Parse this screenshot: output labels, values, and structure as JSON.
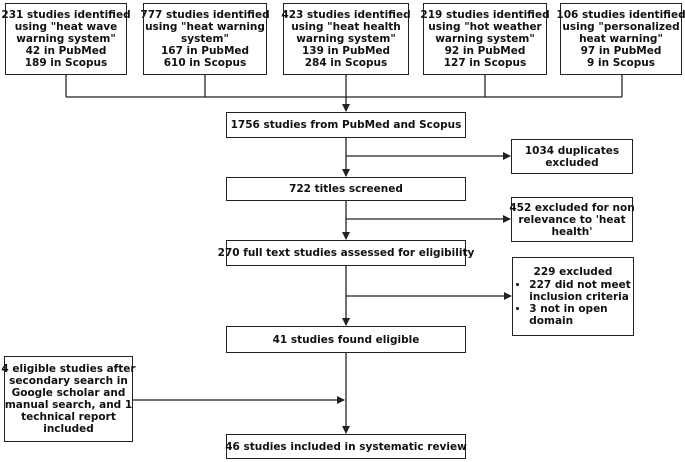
{
  "search_boxes": [
    {
      "lines": [
        "231 studies identified",
        "using \"heat wave",
        "warning system\"",
        "42 in PubMed",
        "189 in Scopus"
      ]
    },
    {
      "lines": [
        "777 studies identified",
        "using \"heat warning",
        "system\"",
        "167 in PubMed",
        "610 in Scopus"
      ]
    },
    {
      "lines": [
        "423 studies identified",
        "using \"heat health",
        "warning system\"",
        "139 in PubMed",
        "284 in Scopus"
      ]
    },
    {
      "lines": [
        "219 studies identified",
        "using \"hot weather",
        "warning system\"",
        "92 in PubMed",
        "127 in Scopus"
      ]
    },
    {
      "lines": [
        "106 studies identified",
        "using \"personalized",
        "heat warning\"",
        "97 in PubMed",
        "9 in Scopus"
      ]
    }
  ],
  "flow": {
    "combined": "1756 studies from PubMed and Scopus",
    "titles_screened": "722 titles screened",
    "full_text": "270 full text studies assessed for eligibility",
    "eligible": "41 studies found eligible",
    "included": "46 studies included in systematic review"
  },
  "exclusions": {
    "duplicates": [
      "1034 duplicates",
      "excluded"
    ],
    "non_relevance": [
      "452 excluded for non",
      "relevance to 'heat",
      "health'"
    ],
    "criteria": {
      "title": "229 excluded",
      "items": [
        [
          "227 did not meet",
          "inclusion criteria"
        ],
        [
          "3 not in open",
          "domain"
        ]
      ]
    }
  },
  "secondary_search": [
    "4 eligible studies after",
    "secondary search in",
    "Google scholar and",
    "manual search, and 1",
    "technical report",
    "included"
  ]
}
